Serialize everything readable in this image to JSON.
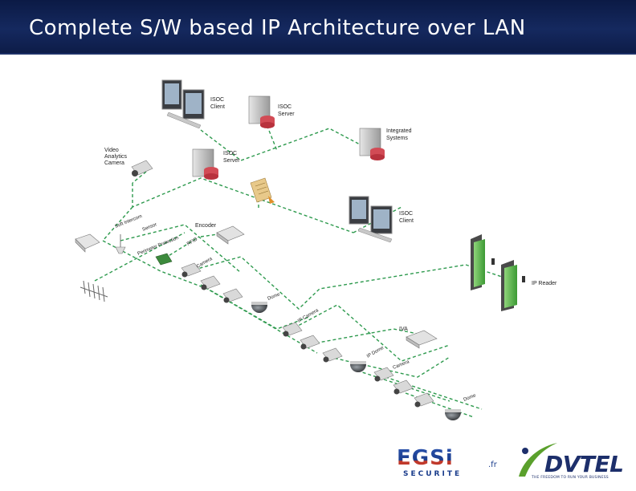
{
  "header": {
    "title": "Complete S/W based IP Architecture over LAN",
    "background": "#15295f"
  },
  "diagram": {
    "network_line_color": "#2e9a4e",
    "nodes": {
      "isoc_client_top": "ISOC\nClient",
      "isoc_server_top": "ISOC\nServer",
      "integrated_systems": "Integrated\nSystems",
      "video_analytics_camera": "Video\nAnalytics\nCamera",
      "isoc_server_mid": "ISOC\nServer",
      "isoc_client_right": "ISOC\nClient",
      "encoder": "Encoder",
      "ip_reader": "IP Reader",
      "iva": "IVA"
    },
    "cable_labels": {
      "soft_intercom": "Soft Intercom",
      "sensor": "Sensor",
      "perimeter_protection": "Perimeter Protection",
      "rfid": "RFID",
      "camera_1": "Camera",
      "dome_1": "Dome",
      "ip_camera_1": "IP Camera",
      "ip_dome": "IP Dome",
      "camera_2": "Camera",
      "dome_2": "Dome"
    }
  },
  "logos": {
    "egsi_main": "EGSi",
    "egsi_fr": ".fr",
    "egsi_sub": "SECURITE",
    "dvtel_name": "DVTEL",
    "dvtel_tagline": "THE FREEDOM TO RUN YOUR BUSINESS",
    "dvtel_green": "#5aa02c",
    "egsi_blue": "#1b3d8c",
    "egsi_red": "#c0392b"
  }
}
